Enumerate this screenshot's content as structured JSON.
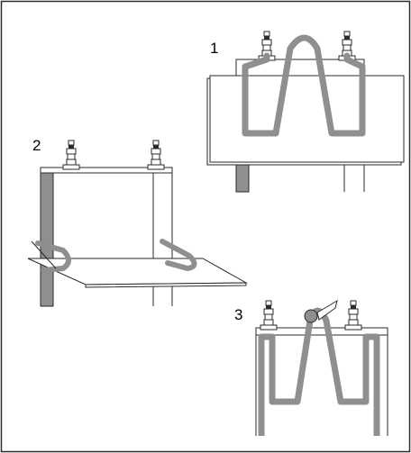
{
  "steps": [
    {
      "number": "1"
    },
    {
      "number": "2"
    },
    {
      "number": "3"
    }
  ],
  "colors": {
    "element": "#8f8f8f",
    "outline": "#2a2a2a",
    "background": "#ffffff"
  }
}
